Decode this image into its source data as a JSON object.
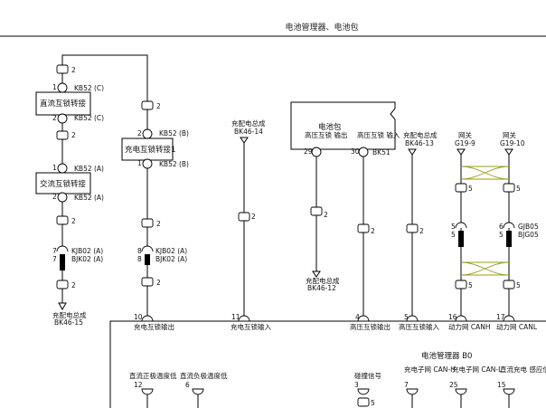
{
  "header": {
    "title": "电池管理器、电池包"
  },
  "bms": {
    "title": "电池管理器 B0",
    "top_pins": [
      {
        "pin": "10",
        "label": "充电互锁输出"
      },
      {
        "pin": "11",
        "label": "充电互锁输入"
      },
      {
        "pin": "4",
        "label": "高压互锁输出"
      },
      {
        "pin": "5",
        "label": "高压互锁输入"
      },
      {
        "pin": "16",
        "label": "动力网 CANH"
      },
      {
        "pin": "17",
        "label": "动力网 CANL"
      }
    ],
    "bottom_pins": [
      {
        "pin": "12",
        "label": "直流正极温度低"
      },
      {
        "pin": "6",
        "label": "直流负极温度低"
      },
      {
        "pin": "3",
        "label": "碰撞信号"
      },
      {
        "pin": "7",
        "label": "充电子网 CAN-H"
      },
      {
        "pin": "25",
        "label": "充电子网 CAN-L"
      },
      {
        "pin": "15",
        "label": "直流充电 感应信号"
      }
    ],
    "bottom_stub_label": "5"
  },
  "battery_pack": {
    "title": "电池包",
    "pins": [
      {
        "pin": "29",
        "label": "高压互锁 输出"
      },
      {
        "pin": "30",
        "label": "高压互锁 输入"
      }
    ],
    "connector": "BK51"
  },
  "interlocks": {
    "dc": {
      "label": "直流互锁转接",
      "top_pin": "1",
      "top_conn": "KB52 (C)",
      "bottom_pin": "2",
      "bottom_conn": "KB52 (C)"
    },
    "ac": {
      "label": "交流互锁转接",
      "top_pin": "1",
      "top_conn": "KB52 (A)",
      "bottom_pin": "2",
      "bottom_conn": "KB52 (A)"
    },
    "charge": {
      "label": "充电互锁转接1",
      "top_pin": "2",
      "top_conn": "KB52 (B)",
      "bottom_pin": "1",
      "bottom_conn": "KB52 (B)"
    }
  },
  "inline_connectors": {
    "left": {
      "pins": [
        "7",
        "7"
      ],
      "names": [
        "KJB02 (A)",
        "BJK02 (A)"
      ]
    },
    "mid": {
      "pins": [
        "8",
        "8"
      ],
      "names": [
        "KJB02 (A)",
        "BJK02 (A)"
      ]
    },
    "right": {
      "pins": [
        "6",
        "5"
      ],
      "names": [
        "GJB05",
        "BJG05"
      ]
    }
  },
  "gateways": [
    {
      "label": "网关",
      "code": "G19-9"
    },
    {
      "label": "网关",
      "code": "G19-10"
    }
  ],
  "harness_labels": [
    {
      "line1": "充配电总成",
      "line2": "BK46-15"
    },
    {
      "line1": "充配电总成",
      "line2": "BK46-14"
    },
    {
      "line1": "充配电总成",
      "line2": "BK46-12"
    },
    {
      "line1": "充配电总成",
      "line2": "BK46-13"
    }
  ],
  "splice_labels": {
    "two": "2",
    "five": "5",
    "seven": "7",
    "eight": "8",
    "six": "6",
    "seven_b": "7",
    "gnd_left": "2",
    "gnd_right": "2"
  }
}
